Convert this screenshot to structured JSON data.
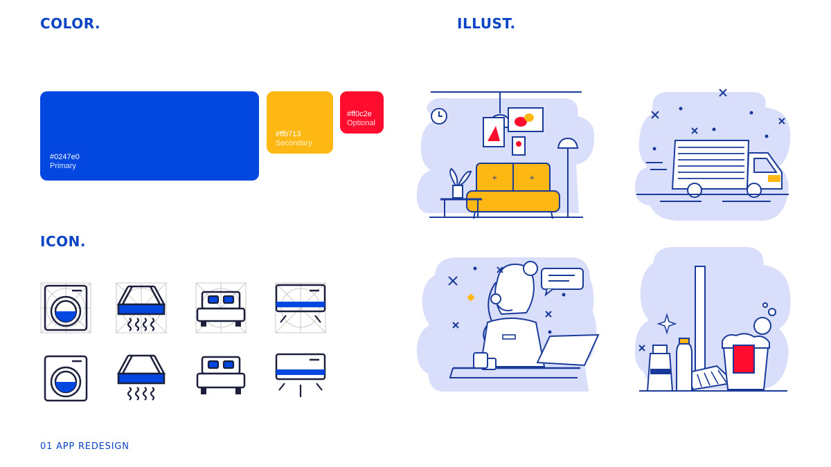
{
  "headings": {
    "color": "COLOR.",
    "illust": "ILLUST.",
    "icon": "ICON."
  },
  "palette": [
    {
      "hex": "#0247e0",
      "label": "Primary"
    },
    {
      "hex": "#ffb713",
      "label": "Secondary"
    },
    {
      "hex": "#ff0c2e",
      "label": "Optional"
    }
  ],
  "icons": [
    "washing-machine-icon",
    "range-hood-icon",
    "bed-icon",
    "air-conditioner-icon"
  ],
  "illustrations": [
    "living-room",
    "moving-truck",
    "customer-support",
    "cleaning-supplies"
  ],
  "footer": "01 APP REDESIGN",
  "colors": {
    "primary": "#0247e0",
    "secondary": "#ffb713",
    "optional": "#ff0c2e",
    "line": "#1a3a9a",
    "tint": "#d9defa",
    "ink": "#1b1f3a",
    "grid": "#bbbbbb"
  }
}
